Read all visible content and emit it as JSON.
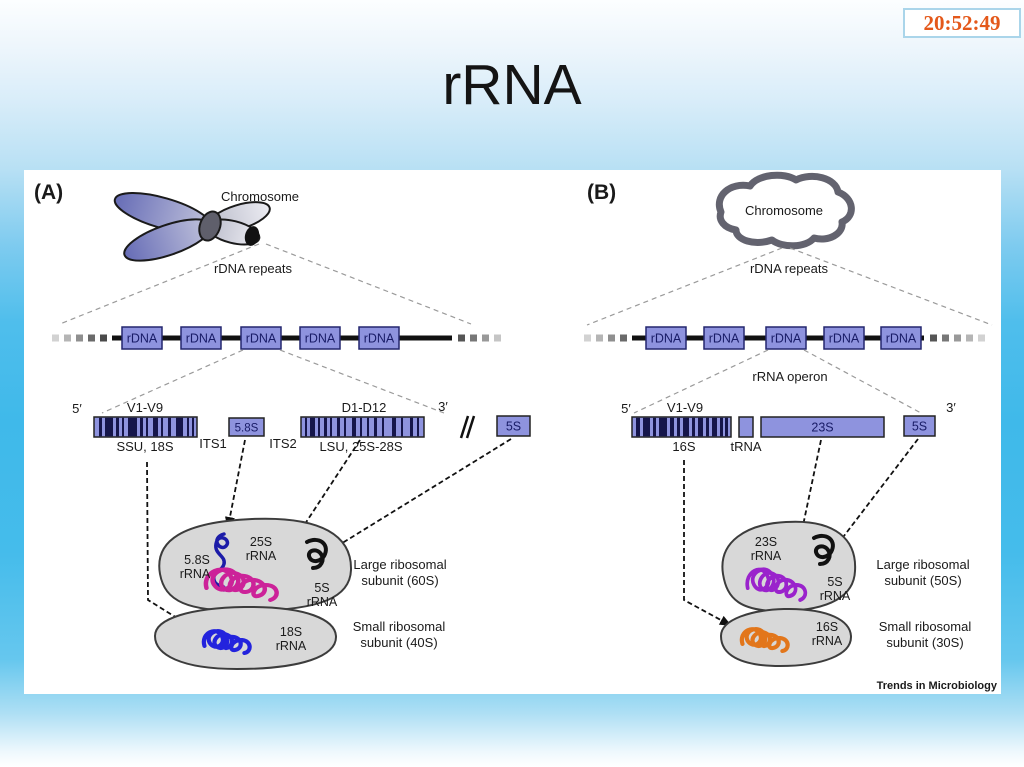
{
  "slide": {
    "clock": "20:52:49",
    "title": "rRNA",
    "credit": "Trends in Microbiology"
  },
  "colors": {
    "clock_text": "#e4581a",
    "clock_border": "#aad5ea",
    "rdna_fill": "#8e93de",
    "rdna_stroke": "#23266e",
    "stripe": "#15154a",
    "subunit_fill": "#d8d8d8",
    "rrna_5_8s": "#1c1ca8",
    "rrna_25s": "#cc2299",
    "rrna_18s": "#2323dd",
    "rrna_23s": "#9a23cc",
    "rrna_16s": "#e2761b",
    "rrna_5s": "#111111"
  },
  "panel_a": {
    "label": "(A)",
    "chromosome": "Chromosome",
    "rdna_repeats": "rDNA repeats",
    "rdna_boxes": [
      "rDNA",
      "rDNA",
      "rDNA",
      "rDNA",
      "rDNA"
    ],
    "gene_row": {
      "five_prime": "5′",
      "v_region": "V1-V9",
      "ssu": "SSU, 18S",
      "its1": "ITS1",
      "s58_box": "5.8S",
      "its2": "ITS2",
      "d_region": "D1-D12",
      "lsu": "LSU, 25S-28S",
      "three_prime": "3′",
      "s5_box": "5S"
    },
    "ribosome": {
      "s58": [
        "5.8S",
        "rRNA"
      ],
      "s25": [
        "25S",
        "rRNA"
      ],
      "s5": [
        "5S",
        "rRNA"
      ],
      "s18": [
        "18S",
        "rRNA"
      ],
      "large": [
        "Large ribosomal",
        "subunit (60S)"
      ],
      "small": [
        "Small ribosomal",
        "subunit (40S)"
      ]
    }
  },
  "panel_b": {
    "label": "(B)",
    "chromosome": "Chromosome",
    "rdna_repeats": "rDNA repeats",
    "rrna_operon": "rRNA operon",
    "rdna_boxes": [
      "rDNA",
      "rDNA",
      "rDNA",
      "rDNA",
      "rDNA"
    ],
    "gene_row": {
      "five_prime": "5′",
      "v_region": "V1-V9",
      "s16": "16S",
      "trna": "tRNA",
      "s23_box": "23S",
      "s5_box": "5S",
      "three_prime": "3′"
    },
    "ribosome": {
      "s23": [
        "23S",
        "rRNA"
      ],
      "s5": [
        "5S",
        "rRNA"
      ],
      "s16": [
        "16S",
        "rRNA"
      ],
      "large": [
        "Large ribosomal",
        "subunit (50S)"
      ],
      "small": [
        "Small ribosomal",
        "subunit (30S)"
      ]
    }
  }
}
